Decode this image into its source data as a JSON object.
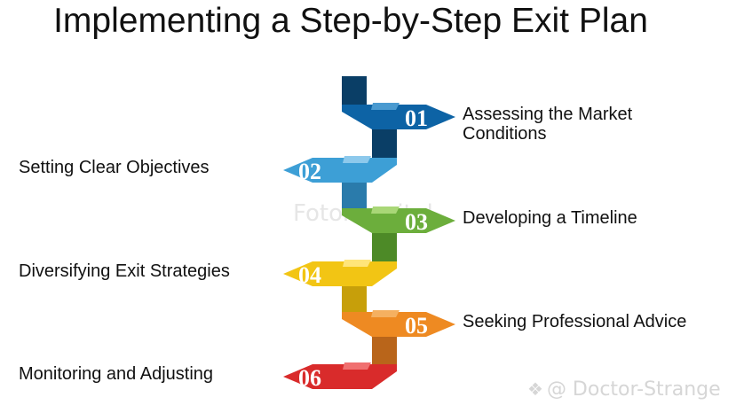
{
  "title": "Implementing a Step-by-Step Exit Plan",
  "steps": [
    {
      "number": "01",
      "label_lines": [
        "Assessing the Market",
        "Conditions"
      ],
      "side": "right",
      "color": "#0d63a5",
      "dark": "#0a3e66",
      "light": "#4a9ad0"
    },
    {
      "number": "02",
      "label_lines": [
        "Setting Clear Objectives"
      ],
      "side": "left",
      "color": "#3d9fd6",
      "dark": "#2a7bab",
      "light": "#8dc9ec"
    },
    {
      "number": "03",
      "label_lines": [
        "Developing a Timeline"
      ],
      "side": "right",
      "color": "#6cae3c",
      "dark": "#4d8a27",
      "light": "#a9d777"
    },
    {
      "number": "04",
      "label_lines": [
        "Diversifying Exit Strategies"
      ],
      "side": "left",
      "color": "#f2c514",
      "dark": "#c79f0a",
      "light": "#ffe57a"
    },
    {
      "number": "05",
      "label_lines": [
        "Seeking Professional Advice"
      ],
      "side": "right",
      "color": "#ee8a22",
      "dark": "#b9651a",
      "light": "#f5b060"
    },
    {
      "number": "06",
      "label_lines": [
        "Monitoring and Adjusting"
      ],
      "side": "left",
      "color": "#d92b2b",
      "dark": "#a01818",
      "light": "#f07070"
    }
  ],
  "watermark_text": "@ Doctor-Strange",
  "watermark_icon": "diamond-logo-icon",
  "center_watermark_text": "FotorCapital"
}
